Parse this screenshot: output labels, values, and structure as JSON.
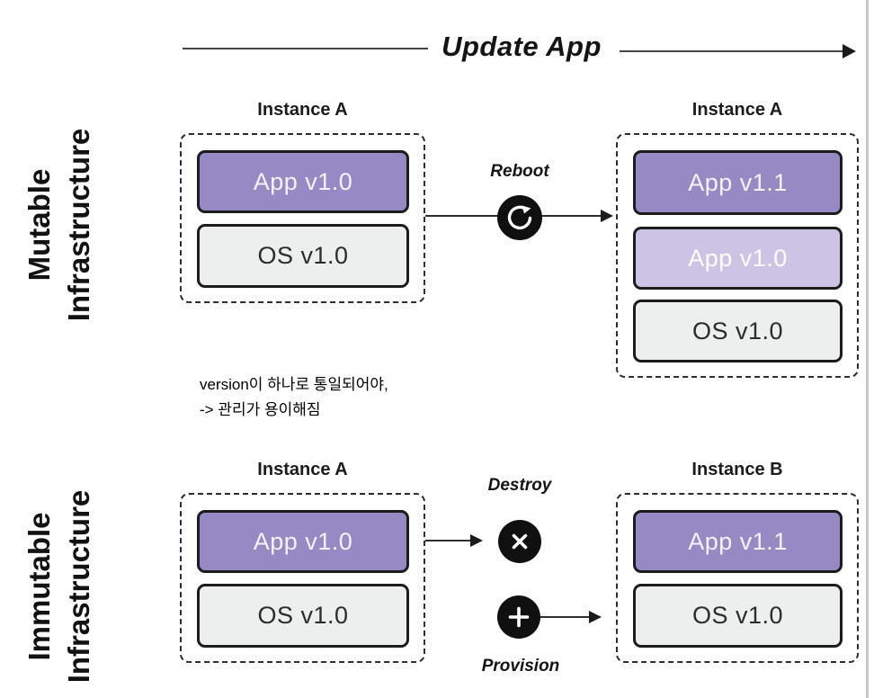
{
  "title": {
    "label": "Update App"
  },
  "mutable_row": {
    "side_label_line1": "Mutable",
    "side_label_line2": "Infrastructure",
    "left_instance": {
      "title": "Instance A",
      "layers": [
        {
          "label": "App v1.0",
          "role": "app-current"
        },
        {
          "label": "OS v1.0",
          "role": "os"
        }
      ]
    },
    "action_label": "Reboot",
    "action_icon": "reboot-icon",
    "right_instance": {
      "title": "Instance A",
      "layers": [
        {
          "label": "App v1.1",
          "role": "app-new"
        },
        {
          "label": "App v1.0",
          "role": "app-old-faded"
        },
        {
          "label": "OS v1.0",
          "role": "os"
        }
      ]
    }
  },
  "annotation": {
    "line1": "version이 하나로 통일되어야,",
    "line2": "-> 관리가 용이해짐"
  },
  "immutable_row": {
    "side_label_line1": "Immutable",
    "side_label_line2": "Infrastructure",
    "left_instance": {
      "title": "Instance A",
      "layers": [
        {
          "label": "App v1.0",
          "role": "app-current"
        },
        {
          "label": "OS v1.0",
          "role": "os"
        }
      ]
    },
    "destroy_label": "Destroy",
    "destroy_icon": "destroy-icon",
    "provision_label": "Provision",
    "provision_icon": "provision-icon",
    "right_instance": {
      "title": "Instance B",
      "layers": [
        {
          "label": "App v1.1",
          "role": "app-new"
        },
        {
          "label": "OS v1.0",
          "role": "os"
        }
      ]
    }
  },
  "colors": {
    "app_primary": "#9789C3",
    "app_faded": "#CDC3E5",
    "os_layer": "#EDEEEE",
    "layer_border": "#1c1c1c",
    "icon_circle": "#101010",
    "arrow": "#2f2f2f",
    "page_edge": "#c6c6c6"
  }
}
